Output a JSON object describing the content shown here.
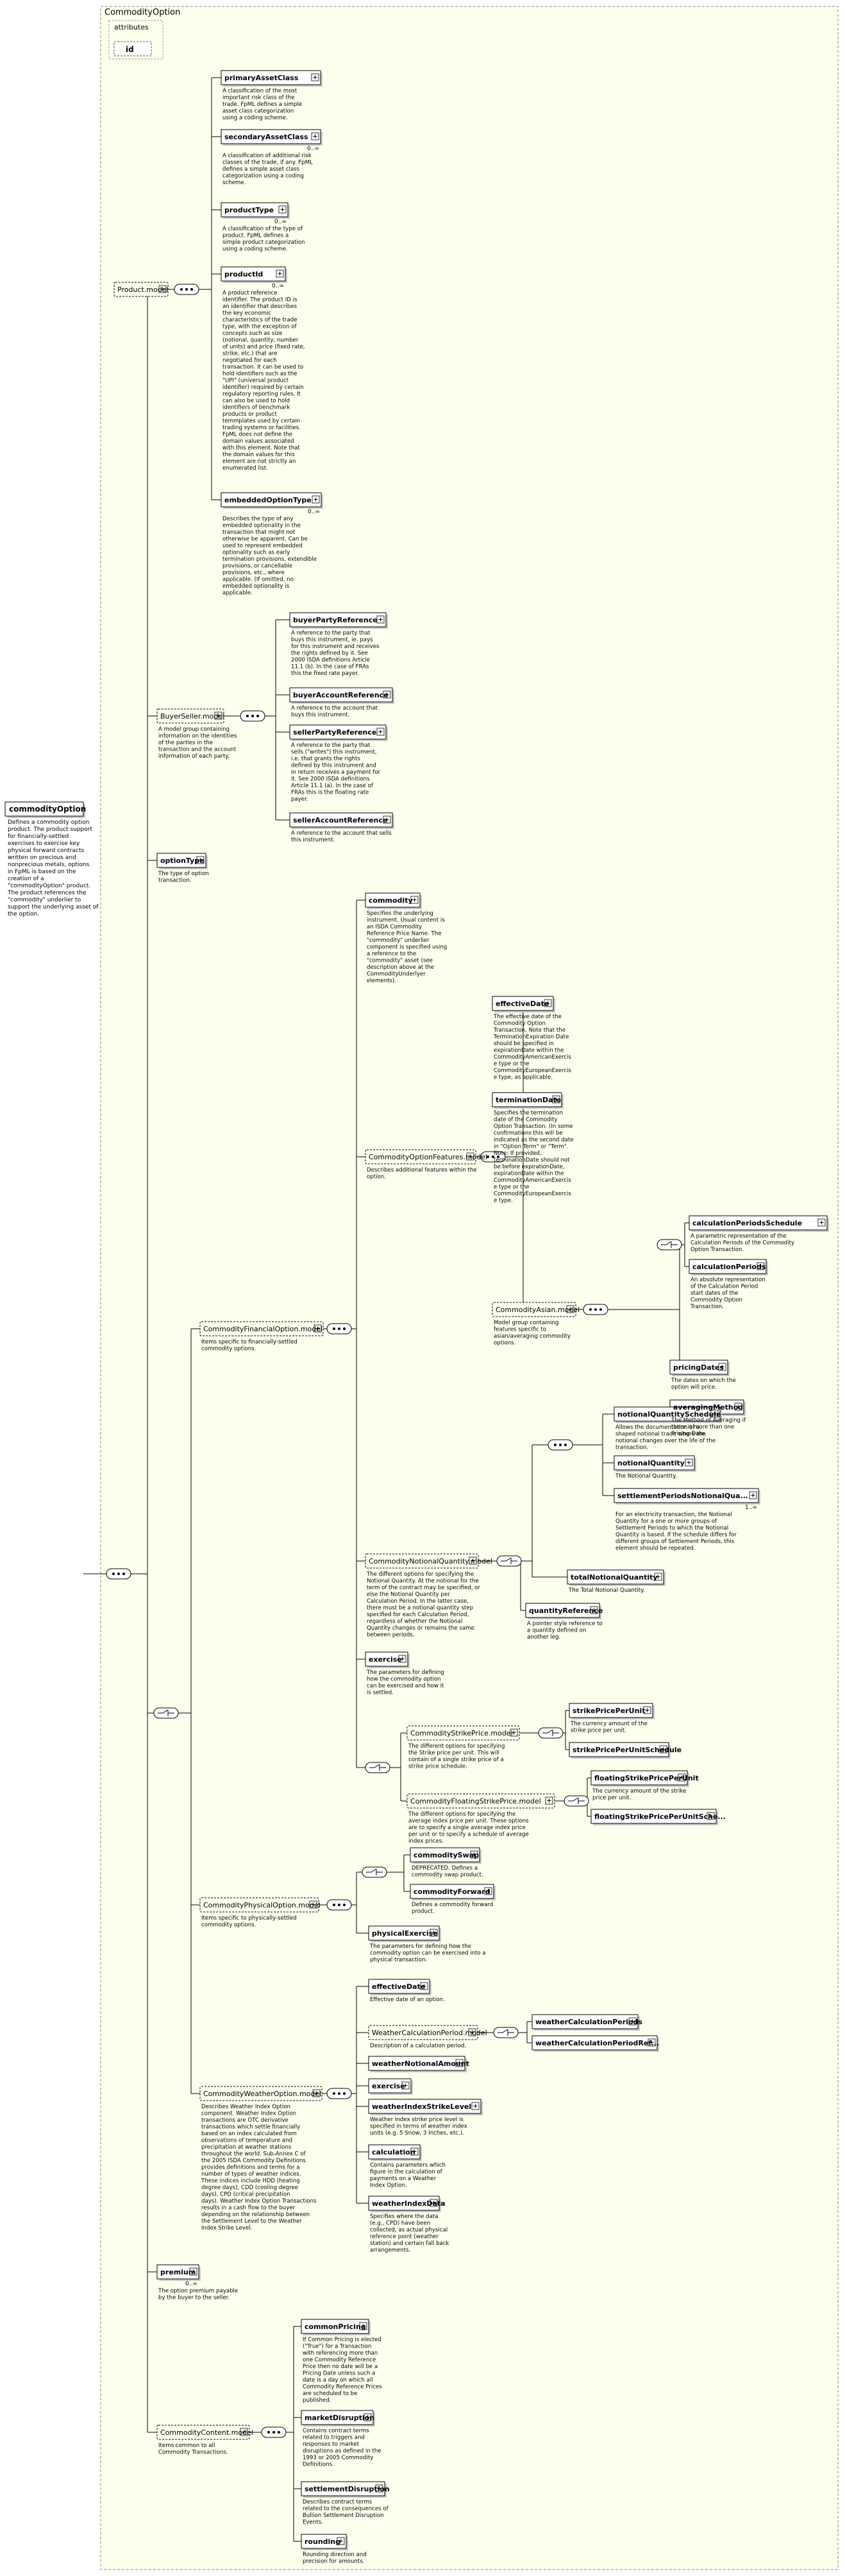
{
  "diagram": {
    "outer_title": "CommodityOption",
    "attributes_label": "attributes",
    "colors": {
      "background": "#ffffff",
      "frame_fill": "#ffffee",
      "frame_border": "#a0a090",
      "box_fill": "#ffffff",
      "box_border": "#000000",
      "group_fill": "#ffffee",
      "group_border": "#000000",
      "line": "#000000",
      "doc_text": "#333333",
      "connector_fill": "#ffffff"
    },
    "root": {
      "name": "commodityOption",
      "doc": [
        "Defines a commodity option",
        "product. The product support",
        "for financially-settled",
        "exercises to exercise key",
        "physical forward contracts",
        "written on precious and",
        "nonprecious metals, options",
        "in FpML is based on the",
        "creation of a",
        "\"commodityOption\" product.",
        "The product references the",
        "\"commodity\" underlier to",
        "support the underlying asset of",
        "the option."
      ]
    },
    "attribute_id": "id",
    "elements": [
      {
        "name": "Product.model",
        "kind": "group",
        "doc": []
      },
      {
        "name": "primaryAssetClass",
        "kind": "element",
        "doc": [
          "A classification of the most",
          "important risk class of the",
          "trade. FpML defines a simple",
          "asset class categorization",
          "using a coding scheme."
        ]
      },
      {
        "name": "secondaryAssetClass",
        "kind": "element",
        "multiplicity": "0..∞",
        "doc": [
          "A classification of additional risk",
          "classes of the trade, if any. FpML",
          "defines a simple asset class",
          "categorization using a coding",
          "scheme."
        ]
      },
      {
        "name": "productType",
        "kind": "element",
        "multiplicity": "0..∞",
        "doc": [
          "A classification of the type of",
          "product. FpML defines a",
          "simple product categorization",
          "using a coding scheme."
        ]
      },
      {
        "name": "productId",
        "kind": "element",
        "multiplicity": "0..∞",
        "doc": [
          "A product reference",
          "identifier. The product ID is",
          "an identifier that describes",
          "the key economic",
          "characteristics of the trade",
          "type, with the exception of",
          "concepts such as size",
          "(notional, quantity, number",
          "of units) and price (fixed rate,",
          "strike, etc.) that are",
          "negotiated for each",
          "transaction. It can be used to",
          "hold identifiers such as the",
          "\"UPI\" (universal product",
          "identifier) required by certain",
          "regulatory reporting rules. It",
          "can also be used to hold",
          "identifiers of benchmark",
          "products or product",
          "temmplates used by certain",
          "trading systems or facilities.",
          "FpML does not define the",
          "domain values associated",
          "with this element. Note that",
          "the domain values for this",
          "element are not strictly an",
          "enumerated list."
        ]
      },
      {
        "name": "embeddedOptionType",
        "kind": "element",
        "multiplicity": "0..∞",
        "doc": [
          "Describes the type of any",
          "embedded optionality in the",
          "transaction that might not",
          "otherwise be apparent. Can be",
          "used to represent embedded",
          "optionality such as early",
          "termination provisions, extendible",
          "provisions, or cancellable",
          "provisions, etc., where",
          "applicable. (If omitted, no",
          "embedded optionality is",
          "applicable."
        ]
      },
      {
        "name": "BuyerSeller.model",
        "kind": "group",
        "doc": [
          "A model group containing",
          "information on the identities",
          "of the parties in the",
          "transaction and the account",
          "information of each party."
        ]
      },
      {
        "name": "buyerPartyReference",
        "kind": "element",
        "doc": [
          "A reference to the party that",
          "buys this instrument, ie. pays",
          "for this instrument and receives",
          "the rights defined by it. See",
          "2000 ISDA definitions Article",
          "11.1 (b). In the case of FRAs",
          "this the fixed rate payer."
        ]
      },
      {
        "name": "buyerAccountReference",
        "kind": "element",
        "doc": [
          "A reference to the account that",
          "buys this instrument."
        ]
      },
      {
        "name": "sellerPartyReference",
        "kind": "element",
        "doc": [
          "A reference to the party that",
          "sells (\"writes\") this instrument,",
          "i.e. that grants the rights",
          "defined by this instrument and",
          "in return receives a payment for",
          "it. See 2000 ISDA definitions",
          "Article 11.1 (a). In the case of",
          "FRAs this is the floating rate",
          "payer."
        ]
      },
      {
        "name": "sellerAccountReference",
        "kind": "element",
        "doc": [
          "A reference to the account that sells",
          "this instrument."
        ]
      },
      {
        "name": "optionType",
        "kind": "element",
        "doc": [
          "The type of option",
          "transaction."
        ]
      },
      {
        "name": "commodity",
        "kind": "element",
        "doc": [
          "Specifies the underlying",
          "instrument. Usual content is",
          "an ISDA Commodity",
          "Reference Price Name. The",
          "\"commodity\" underlier",
          "component is specified using",
          "a reference to the",
          "\"commodity\" asset (see",
          "description above at the",
          "CommodityUnderlyer",
          "elements)."
        ]
      },
      {
        "name": "CommodityOptionFeatures.model",
        "kind": "group",
        "doc": [
          "Describes additional features within the",
          "option."
        ]
      },
      {
        "name": "effectiveDate",
        "kind": "element",
        "doc": [
          "The effective date of the",
          "Commodity Option",
          "Transaction. Note that the",
          "TerminationExpiration Date",
          "should be specified in",
          "expirationDate within the",
          "CommodityAmericanExercis",
          "e type or the",
          "CommodityEuropeanExercis",
          "e type, as applicable."
        ]
      },
      {
        "name": "terminationDate",
        "kind": "element",
        "doc": [
          "Specifies the termination",
          "date of the Commodity",
          "Option Transaction. (In some",
          "confirmations this will be",
          "indicated as the second date",
          "in \"Option Term\" or \"Term\".",
          "Note: If provided,",
          "terminationDate should not",
          "be before expirationDate,",
          "expirationDate within the",
          "CommodityAmericanExercis",
          "e type or the",
          "CommodityEuropeanExercis",
          "e type."
        ]
      },
      {
        "name": "CommodityAsian.model",
        "kind": "group",
        "doc": [
          "Model group containing",
          "features specific to",
          "asian/averaging commodity",
          "options."
        ]
      },
      {
        "name": "calculationPeriodsSchedule",
        "kind": "element",
        "doc": [
          "A parametric representation of the",
          "Calculation Periods of the Commodity",
          "Option Transaction."
        ]
      },
      {
        "name": "calculationPeriods",
        "kind": "element",
        "doc": [
          "An absolute representation",
          "of the Calculation Period",
          "start dates of the",
          "Commodity Option",
          "Transaction."
        ]
      },
      {
        "name": "pricingDates",
        "kind": "element",
        "doc": [
          "The dates on which the",
          "option will price."
        ]
      },
      {
        "name": "averagingMethod",
        "kind": "element",
        "doc": [
          "The Method of Averaging if",
          "there is more than one",
          "Pricing Date."
        ]
      },
      {
        "name": "CommodityFinancialOption.model",
        "kind": "group",
        "doc": [
          "Items specific to financially-settled",
          "commodity options."
        ]
      },
      {
        "name": "notionalQuantitySchedule",
        "kind": "element",
        "doc": [
          "Allows the documentation of a",
          "shaped notional trade where the",
          "notional changes over the life of the",
          "transaction."
        ]
      },
      {
        "name": "notionalQuantity",
        "kind": "element",
        "doc": [
          "The Notional Quantity."
        ]
      },
      {
        "name": "settlementPeriodsNotionalQua...",
        "kind": "element",
        "multiplicity": "1..∞",
        "doc": [
          "For an electricity transaction, the Notional",
          "Quantity for a one or more groups of",
          "Settlement Periods to which the Notional",
          "Quantity is based. If the schedule differs for",
          "different groups of Settlement Periods, this",
          "element should be repeated."
        ]
      },
      {
        "name": "totalNotionalQuantity",
        "kind": "element",
        "doc": [
          "The Total Notional Quantity."
        ]
      },
      {
        "name": "CommodityNotionalQuantity.model",
        "kind": "group",
        "doc": [
          "The different options for specifying the",
          "Notional Quantity. At the notional for the",
          "term of the contract may be specified, or",
          "else the Notional Quantity per",
          "Calculation Period. In the latter case,",
          "there must be a notional quantity step",
          "specified for each Calculation Period,",
          "regardless of whether the Notional",
          "Quantity changes or remains the same",
          "between periods."
        ]
      },
      {
        "name": "quantityReference",
        "kind": "element",
        "doc": [
          "A pointer style reference to",
          "a quantity defined on",
          "another leg."
        ]
      },
      {
        "name": "exercise",
        "kind": "element",
        "doc": [
          "The parameters for defining",
          "how the commodity option",
          "can be exercised and how it",
          "is settled."
        ]
      },
      {
        "name": "CommodityStrikePrice.model",
        "kind": "group",
        "doc": [
          "The different options for specifying",
          "the Strike price per unit. This will",
          "contain of a single strike price of a",
          "strike price schedule."
        ]
      },
      {
        "name": "strikePricePerUnit",
        "kind": "element",
        "doc": [
          "The currency amount of the",
          "strike price per unit."
        ]
      },
      {
        "name": "strikePricePerUnitSchedule",
        "kind": "element",
        "doc": []
      },
      {
        "name": "CommodityFloatingStrikePrice.model",
        "kind": "group",
        "doc": [
          "The different options for specifying the",
          "average index price per unit. These options",
          "are to specify a single average index price",
          "per unit or to specify a schedule of average",
          "index prices."
        ]
      },
      {
        "name": "floatingStrikePricePerUnit",
        "kind": "element",
        "doc": [
          "The currency amount of the strike",
          "price per unit."
        ]
      },
      {
        "name": "floatingStrikePricePerUnitSche...",
        "kind": "element",
        "doc": []
      },
      {
        "name": "CommodityPhysicalOption.model",
        "kind": "group",
        "doc": [
          "Items specific to physically-settled",
          "commodity options."
        ]
      },
      {
        "name": "commoditySwap",
        "kind": "element",
        "doc": [
          "DEPRECATED. Defines a",
          "commodity swap product."
        ]
      },
      {
        "name": "commodityForward",
        "kind": "element",
        "doc": [
          "Defines a commodity forward",
          "product."
        ]
      },
      {
        "name": "physicalExercise",
        "kind": "element",
        "doc": [
          "The parameters for defining how the",
          "commodity option can be exercised into a",
          "physical transaction."
        ]
      },
      {
        "name": "CommodityWeatherOption.model",
        "kind": "group",
        "doc": [
          "Describes Weather Index Option",
          "component. Weather Index Option",
          "transactions are OTC derivative",
          "transactions which settle financially",
          "based on an index calculated from",
          "observations of temperature and",
          "precipitation at weather stations",
          "throughout the world. Sub-Annex C of",
          "the 2005 ISDA Commodity Definitions",
          "provides definitions and terms for a",
          "number of types of weather indices.",
          "These indices include HDD (heating",
          "degree days), CDD (cooling degree",
          "days), CPD (critical precipitation",
          "days). Weather Index Option Transactions",
          "results in a cash flow to the buyer",
          "depending on the relationship between",
          "the Settlement Level to the Weather",
          "Index Strike Level."
        ]
      },
      {
        "name": "effectiveDate",
        "kind": "element",
        "doc": [
          "Effective date of an option."
        ]
      },
      {
        "name": "WeatherCalculationPeriod.model",
        "kind": "group",
        "doc": [
          "Description of a calculation period."
        ]
      },
      {
        "name": "weatherCalculationPeriods",
        "kind": "element",
        "doc": []
      },
      {
        "name": "weatherCalculationPeriodRef...",
        "kind": "element",
        "doc": []
      },
      {
        "name": "weatherNotionalAmount",
        "kind": "element",
        "doc": []
      },
      {
        "name": "exercise",
        "kind": "element",
        "doc": []
      },
      {
        "name": "weatherIndexStrikeLevel",
        "kind": "element",
        "doc": [
          "Weather Index strike price level is",
          "specified in terms of weather index",
          "units (e.g. 5 Snow, 3 Inches, etc.)."
        ]
      },
      {
        "name": "calculation",
        "kind": "element",
        "doc": [
          "Contains parameters which",
          "figure in the calculation of",
          "payments on a Weather",
          "Index Option."
        ]
      },
      {
        "name": "weatherIndexData",
        "kind": "element",
        "doc": [
          "Specifies where the data",
          "(e.g., CPD) have been",
          "collected, as actual physical",
          "reference point (weather",
          "station) and certain fall back",
          "arrangements."
        ]
      },
      {
        "name": "premium",
        "kind": "element",
        "multiplicity": "0..∞",
        "doc": [
          "The option premium payable",
          "by the buyer to the seller."
        ]
      },
      {
        "name": "CommodityContent.model",
        "kind": "group",
        "doc": [
          "Items common to all",
          "Commodity Transactions."
        ]
      },
      {
        "name": "commonPricing",
        "kind": "element",
        "doc": [
          "If Common Pricing is elected",
          "(\"True\") for a Transaction",
          "with referencing more than",
          "one Commodity Reference",
          "Price then no date will be a",
          "Pricing Date unless such a",
          "date is a day on which all",
          "Commodity Reference Prices",
          "are scheduled to be",
          "published."
        ]
      },
      {
        "name": "marketDisruption",
        "kind": "element",
        "doc": [
          "Contains contract terms",
          "related to triggers and",
          "responses to market",
          "disruptions as defined in the",
          "1993 or 2005 Commodity",
          "Definitions."
        ]
      },
      {
        "name": "settlementDisruption",
        "kind": "element",
        "doc": [
          "Describes contract terms",
          "related to the consequences of",
          "Bullion Settlement Disruption",
          "Events."
        ]
      },
      {
        "name": "rounding",
        "kind": "element",
        "doc": [
          "Rounding direction and",
          "precision for amounts."
        ]
      }
    ]
  }
}
